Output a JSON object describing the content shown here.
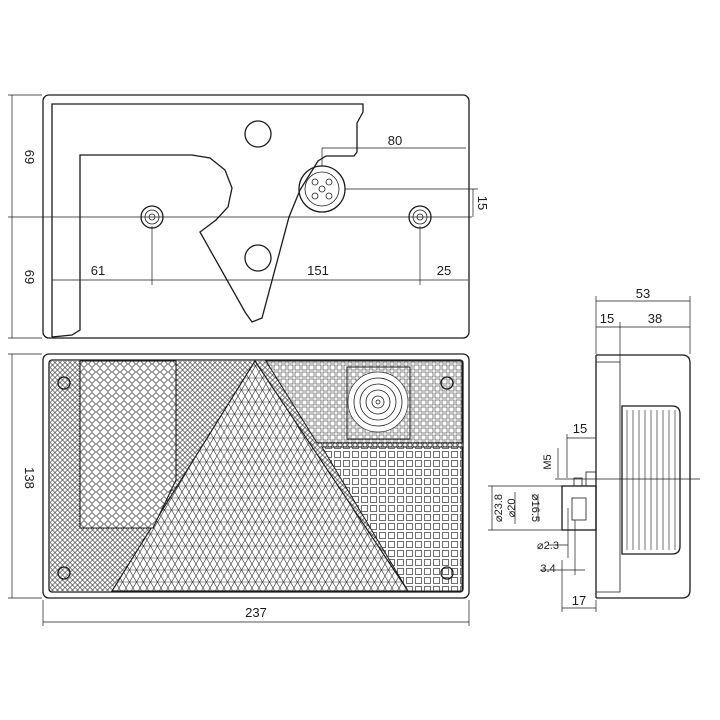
{
  "dimensions": {
    "upper_height": "69",
    "lower_height": "69",
    "connector_offset": "80",
    "vertical_offset": "15",
    "left_hole": "61",
    "hole_spacing": "151",
    "right_hole": "25",
    "front_height": "138",
    "front_width": "237",
    "side_depth": "53",
    "side_front": "15",
    "side_back": "38",
    "bolt_offset": "15",
    "thread": "M5",
    "d1": "⌀16.5",
    "d2": "⌀20",
    "d3": "⌀23.8",
    "d4": "⌀2.3",
    "stud_gap": "3.4",
    "base_depth": "17"
  },
  "colors": {
    "line": "#1a1a1a",
    "background": "#ffffff"
  }
}
